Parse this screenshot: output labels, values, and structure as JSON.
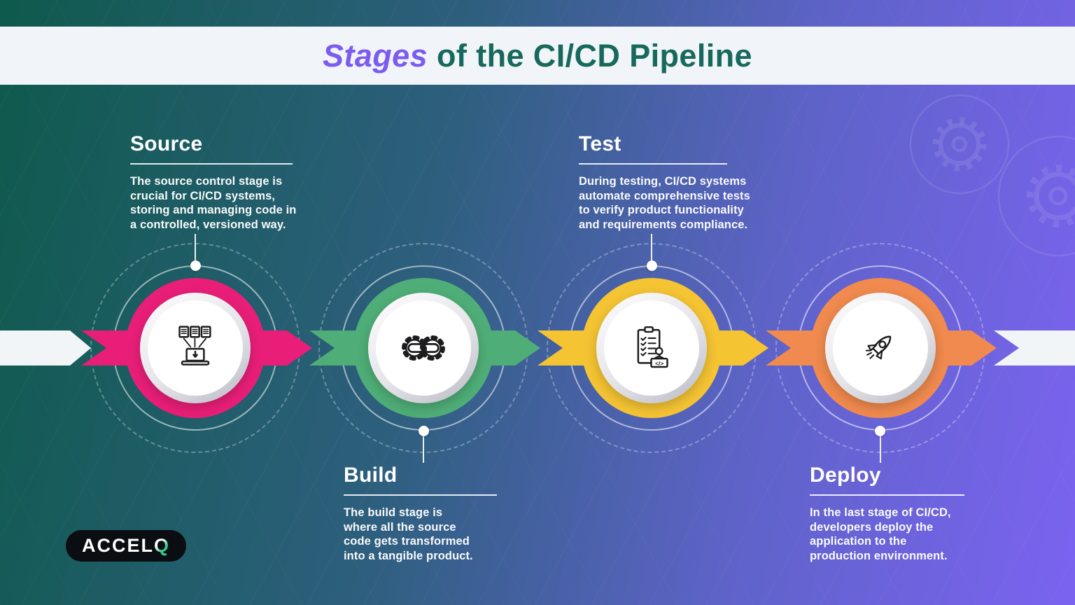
{
  "title": {
    "accent": "Stages",
    "rest": "of the CI/CD Pipeline"
  },
  "logo": {
    "main": "ACCEL",
    "accent": "Q"
  },
  "colors": {
    "background_left": "#0E5A4C",
    "background_right": "#7B63F0",
    "header_bg": "#F1F5F9",
    "title_accent": "#7B5BF0",
    "title_main": "#17695B",
    "band_white": "#F2F5F8",
    "logo_bg": "#0A0D12",
    "logo_accent": "#35C98E",
    "text_white": "#FFFFFF"
  },
  "stages": [
    {
      "id": "source",
      "label": "Source",
      "description_lines": [
        "The source control stage is",
        "crucial for CI/CD systems,",
        "storing and managing code in",
        "a controlled, versioned way."
      ],
      "color": "#E91E78",
      "icon": "source-control-laptop-icon",
      "text_position": "above"
    },
    {
      "id": "build",
      "label": "Build",
      "description_lines": [
        "The build stage is",
        "where all the source",
        "code gets transformed",
        "into a tangible product."
      ],
      "color": "#4FAE77",
      "icon": "gears-chain-link-icon",
      "text_position": "below"
    },
    {
      "id": "test",
      "label": "Test",
      "description_lines": [
        "During testing, CI/CD systems",
        "automate comprehensive tests",
        "to verify product functionality",
        "and requirements compliance."
      ],
      "color": "#F5C433",
      "icon": "checklist-tester-icon",
      "text_position": "above"
    },
    {
      "id": "deploy",
      "label": "Deploy",
      "description_lines": [
        "In the last stage of CI/CD,",
        "developers deploy the",
        "application to the",
        "production environment."
      ],
      "color": "#F08A4E",
      "icon": "rocket-icon",
      "text_position": "below"
    }
  ]
}
